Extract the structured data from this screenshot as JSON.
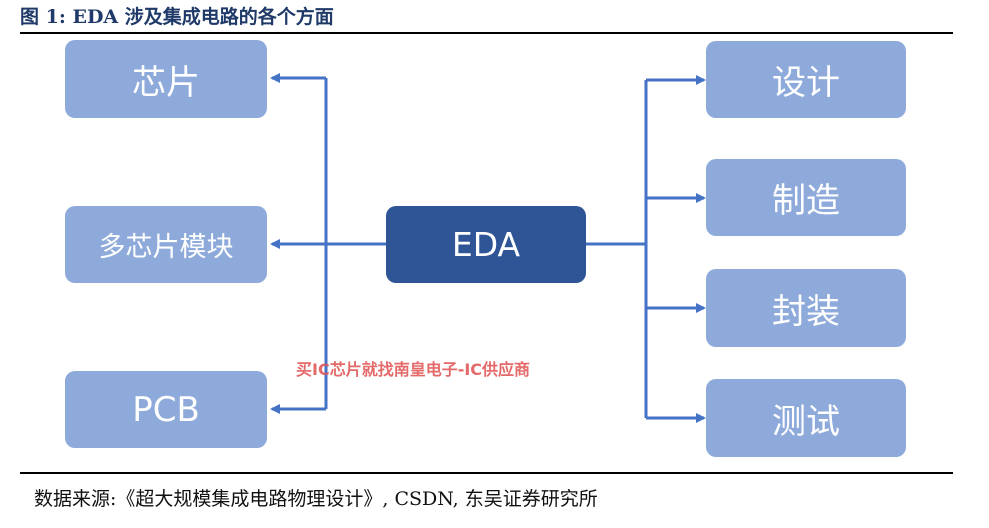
{
  "figure": {
    "title": "图 1:  EDA 涉及集成电路的各个方面",
    "source": "数据来源:《超大规模集成电路物理设计》, CSDN, 东吴证券研究所",
    "watermark": "买IC芯片就找南皇电子-IC供应商"
  },
  "diagram": {
    "center": {
      "label": "EDA",
      "color": "#2f5597"
    },
    "left_nodes": [
      {
        "label": "芯片"
      },
      {
        "label": "多芯片模块"
      },
      {
        "label": "PCB"
      }
    ],
    "right_nodes": [
      {
        "label": "设计"
      },
      {
        "label": "制造"
      },
      {
        "label": "封装"
      },
      {
        "label": "测试"
      }
    ],
    "node_color": "#8eaadb",
    "connector_color": "#4472c4"
  }
}
